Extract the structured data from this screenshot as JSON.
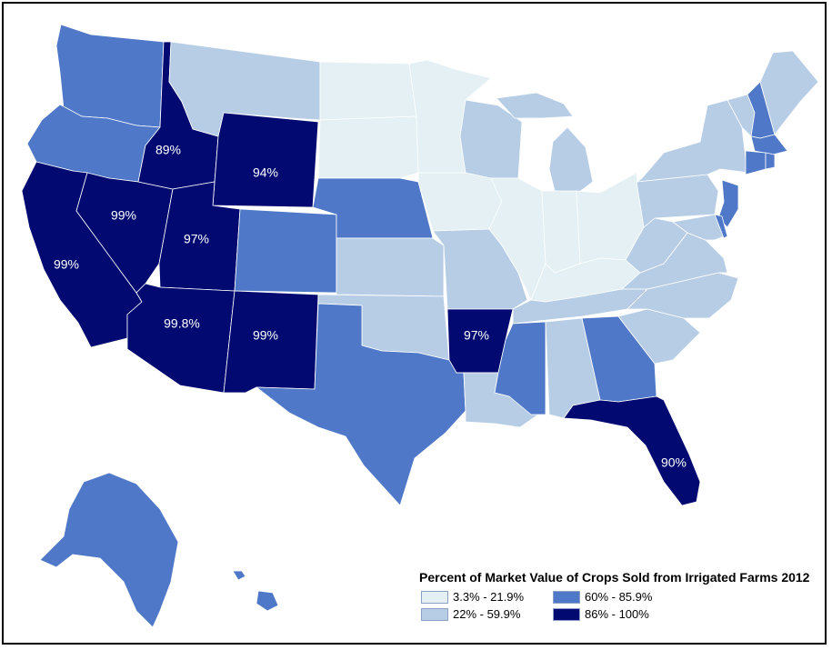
{
  "title": "Percent of Market Value of Crops Sold from Irrigated Farms 2012",
  "bins": [
    {
      "id": "b1",
      "label": "3.3% - 21.9%",
      "color": "#e4f0f3"
    },
    {
      "id": "b2",
      "label": "22% - 59.9%",
      "color": "#b7cde6"
    },
    {
      "id": "b3",
      "label": "60% - 85.9%",
      "color": "#4f79c8"
    },
    {
      "id": "b4",
      "label": "86% - 100%",
      "color": "#020a72"
    }
  ],
  "state_labels": [
    {
      "state": "Idaho",
      "text": "89%"
    },
    {
      "state": "Wyoming",
      "text": "94%"
    },
    {
      "state": "Nevada",
      "text": "99%"
    },
    {
      "state": "Utah",
      "text": "97%"
    },
    {
      "state": "California",
      "text": "99%"
    },
    {
      "state": "Arizona",
      "text": "99.8%"
    },
    {
      "state": "New Mexico",
      "text": "99%"
    },
    {
      "state": "Arkansas",
      "text": "97%"
    },
    {
      "state": "Florida",
      "text": "90%"
    }
  ]
}
